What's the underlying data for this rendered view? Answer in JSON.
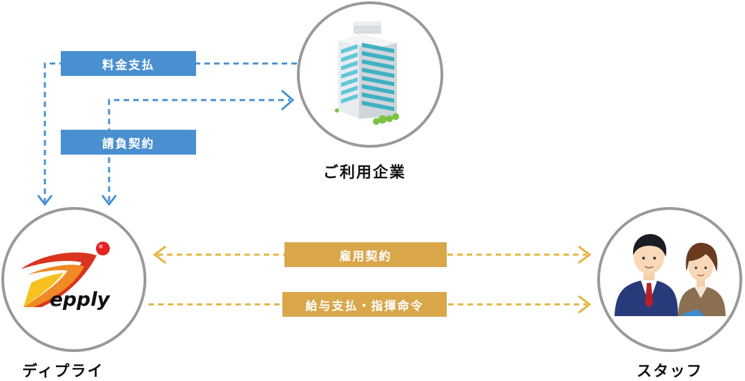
{
  "nodes": {
    "client": {
      "label": "ご利用企業"
    },
    "epply": {
      "label": "ディプライ",
      "logo_text": "epply"
    },
    "staff": {
      "label": "スタッフ"
    }
  },
  "relations": {
    "payment": {
      "label": "料金支払"
    },
    "contract": {
      "label": "請負契約"
    },
    "employment": {
      "label": "雇用契約"
    },
    "salary": {
      "label": "給与支払・指揮命令"
    }
  },
  "colors": {
    "blue_line": "#4a90d0",
    "gold_line": "#e3b43f",
    "tag_blue": "#4a90d0",
    "tag_gold": "#d9a64a",
    "circle_border": "#999999"
  }
}
